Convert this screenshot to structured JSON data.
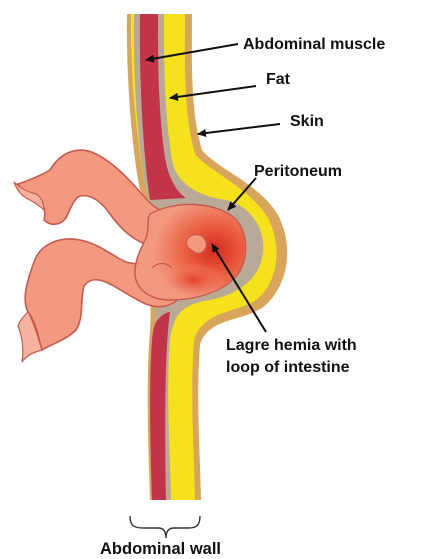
{
  "labels": {
    "abdominal_muscle": "Abdominal muscle",
    "fat": "Fat",
    "skin": "Skin",
    "peritoneum": "Peritoneum",
    "hernia_line1": "Lagre hemia with",
    "hernia_line2": "loop of intestine",
    "abdominal_wall": "Abdominal wall"
  },
  "colors": {
    "skin": "#d7a65c",
    "fat": "#f6e21c",
    "peritoneum": "#b8aa96",
    "muscle": "#c2344a",
    "intestine": "#f29980",
    "intestine_outline": "#c75a4e",
    "hernia_core": "#d42a22",
    "arrow": "#111111"
  }
}
